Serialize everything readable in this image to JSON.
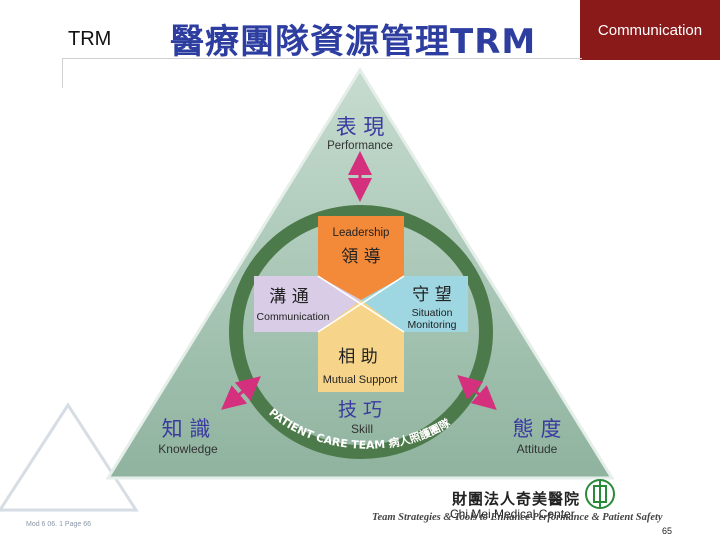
{
  "header": {
    "left_label": "TRM",
    "title": "醫療團隊資源管理TRM",
    "section_tab": "Communication"
  },
  "triangle": {
    "top": {
      "cn": "表 現",
      "en": "Performance"
    },
    "left": {
      "cn": "知 識",
      "en": "Knowledge"
    },
    "right": {
      "cn": "態 度",
      "en": "Attitude"
    },
    "bottom": {
      "cn": "技 巧",
      "en": "Skill"
    }
  },
  "ring_text": "PATIENT CARE TEAM 病人照護團隊",
  "quadrants": {
    "top": {
      "en": "Leadership",
      "cn": "領 導"
    },
    "left": {
      "cn": "溝 通",
      "en": "Communication"
    },
    "right": {
      "cn": "守 望",
      "en1": "Situation",
      "en2": "Monitoring"
    },
    "bottom": {
      "cn": "相 助",
      "en": "Mutual Support"
    }
  },
  "footer": {
    "left": "Mod 6 06. 1 Page 66",
    "org_cn": "財團法人奇美醫院",
    "org_en": "Chi Mei Medical Center",
    "tagline": "Team Strategies & Tools to Enhance Performance & Patient Safety",
    "page_number": "65"
  },
  "colors": {
    "title": "#2d3ea0",
    "section_tab_bg": "#8a1a1a",
    "triangle_fill": "#a6c2b2",
    "ring": "#4d7a4a",
    "arrow": "#d4307e",
    "leadership": "#f28a3a",
    "communication": "#d8cce6",
    "monitoring": "#9ed6e2",
    "mutual_support": "#f6d58a"
  }
}
